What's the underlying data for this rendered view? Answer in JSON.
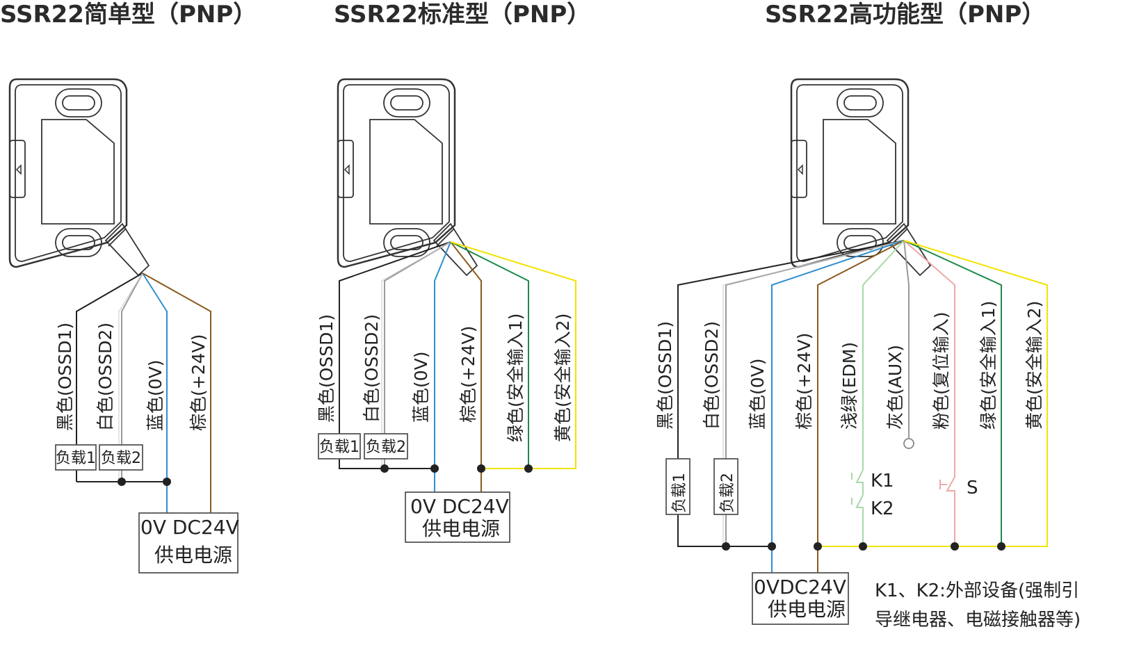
{
  "diagrams": [
    {
      "title": "SSR22简单型（PNP）",
      "wires": [
        {
          "label": "黑色(OSSD1)",
          "color": "#222222"
        },
        {
          "label": "白色(OSSD2)",
          "color": "#9a9a9a"
        },
        {
          "label": "蓝色(0V)",
          "color": "#2f8fd0"
        },
        {
          "label": "棕色(+24V)",
          "color": "#8a5a1e"
        }
      ],
      "loads": [
        "负载1",
        "负载2"
      ],
      "psu": {
        "line1": "0V DC24V",
        "line2": "供电电源"
      }
    },
    {
      "title": "SSR22标准型（PNP）",
      "wires": [
        {
          "label": "黑色(OSSD1)",
          "color": "#222222"
        },
        {
          "label": "白色(OSSD2)",
          "color": "#9a9a9a"
        },
        {
          "label": "蓝色(0V)",
          "color": "#2f8fd0"
        },
        {
          "label": "棕色(+24V)",
          "color": "#8a5a1e"
        },
        {
          "label": "绿色(安全输入1)",
          "color": "#1e8a4a"
        },
        {
          "label": "黄色(安全输入2)",
          "color": "#f2e300"
        }
      ],
      "loads": [
        "负载1",
        "负载2"
      ],
      "psu": {
        "line1": "0V DC24V",
        "line2": "供电电源"
      }
    },
    {
      "title": "SSR22高功能型（PNP）",
      "wires": [
        {
          "label": "黑色(OSSD1)",
          "color": "#222222"
        },
        {
          "label": "白色(OSSD2)",
          "color": "#9a9a9a"
        },
        {
          "label": "蓝色(0V)",
          "color": "#2f8fd0"
        },
        {
          "label": "棕色(+24V)",
          "color": "#8a5a1e"
        },
        {
          "label": "浅绿(EDM)",
          "color": "#a8d8a8"
        },
        {
          "label": "灰色(AUX)",
          "color": "#9a9a9a"
        },
        {
          "label": "粉色(复位输入)",
          "color": "#f0a8a8"
        },
        {
          "label": "绿色(安全输入1)",
          "color": "#1e8a4a"
        },
        {
          "label": "黄色(安全输入2)",
          "color": "#f2e300"
        }
      ],
      "loads": [
        "负载1",
        "负载2"
      ],
      "switches": {
        "k1": "K1",
        "k2": "K2",
        "s": "S"
      },
      "psu": {
        "line1": "0VDC24V",
        "line2": "供电电源"
      },
      "note": {
        "line1": "K1、K2:外部设备(强制引",
        "line2": "导继电器、电磁接触器等)"
      }
    }
  ]
}
